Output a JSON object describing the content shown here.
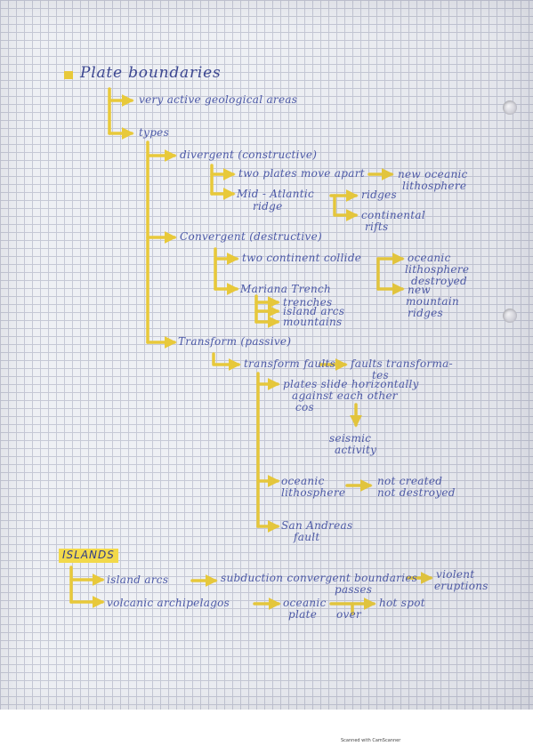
{
  "notes": {
    "title": "Plate boundaries",
    "active_areas": "very active geological areas",
    "types": "types",
    "divergent": "divergent (constructive)",
    "two_plates_apart": "two plates move apart",
    "new_oceanic_1": "new oceanic",
    "new_oceanic_2": "lithosphere",
    "mid_atlantic_1": "Mid - Atlantic",
    "mid_atlantic_2": "ridge",
    "ridges": "ridges",
    "continental_rifts_1": "continental",
    "continental_rifts_2": "rifts",
    "convergent": "Convergent (destructive)",
    "two_continents_collide": "two continent collide",
    "oceanic_destroyed_1": "oceanic",
    "oceanic_destroyed_2": "lithosphere",
    "oceanic_destroyed_3": "destroyed",
    "new_mountain_1": "new",
    "new_mountain_2": "mountain",
    "new_mountain_3": "ridges",
    "mariana_trench": "Mariana Trench",
    "trenches": "trenches",
    "island_arcs": "island arcs",
    "mountains": "mountains",
    "transform": "Transform (passive)",
    "transform_faults": "transform faults",
    "faults_transform_1": "faults transforma-",
    "faults_transform_2": "tes",
    "plates_slide_1": "plates slide horizontally",
    "plates_slide_2": "against each other",
    "plates_slide_3": "cos",
    "seismic_1": "seismic",
    "seismic_2": "activity",
    "oceanic_lith_1": "oceanic",
    "oceanic_lith_2": "lithosphere",
    "not_created_1": "not created",
    "not_created_2": "not destroyed",
    "san_andreas_1": "San Andreas",
    "san_andreas_2": "fault",
    "islands_heading": "ISLANDS",
    "island_arcs_2": "island arcs",
    "subduction": "subduction convergent boundaries",
    "violent_1": "violent",
    "violent_2": "eruptions",
    "passes": "passes",
    "volcanic_arch": "volcanic archipelagos",
    "oceanic_plate_1": "oceanic",
    "oceanic_plate_2": "plate",
    "over": "over",
    "hot_spot": "hot spot"
  },
  "footer": "Scanned with CamScanner",
  "colors": {
    "ink": "#4d5aa8",
    "highlighter": "#e8c93a",
    "paper": "#eef0f4",
    "grid": "#c6c9d6"
  }
}
